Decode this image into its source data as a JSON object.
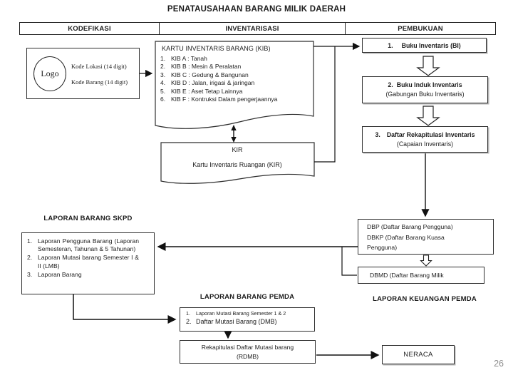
{
  "page": {
    "title": "PENATAUSAHAAN BARANG MILIK DAERAH",
    "page_number": "26"
  },
  "phases": [
    "KODEFIKASI",
    "INVENTARISASI",
    "PEMBUKUAN"
  ],
  "kodefikasi": {
    "logo_label": "Logo",
    "kode_lokasi": "Kode Lokasi (14 digit)",
    "kode_barang": "Kode Barang (14 digit)"
  },
  "kib": {
    "title": "KARTU INVENTARIS BARANG (KIB)",
    "items": [
      {
        "num": "1.",
        "text": "KIB A : Tanah"
      },
      {
        "num": "2.",
        "text": "KIB B : Mesin & Peralatan"
      },
      {
        "num": "3.",
        "text": "KIB C : Gedung & Bangunan"
      },
      {
        "num": "4.",
        "text": "KIB D : Jalan, irigasi & jaringan"
      },
      {
        "num": "5.",
        "text": "KIB E : Aset Tetap Lainnya"
      },
      {
        "num": "6.",
        "text": "KIB F : Kontruksi Dalam pengerjaannya"
      }
    ]
  },
  "kir": {
    "title": "KIR",
    "subtitle": "Kartu Inventaris Ruangan (KIR)"
  },
  "pembukuan": {
    "bi": {
      "num": "1.",
      "label": "Buku Inventaris (BI)"
    },
    "buku_induk": {
      "num": "2.",
      "label": "Buku Induk Inventaris",
      "sub": "(Gabungan Buku Inventaris)"
    },
    "rekap": {
      "num": "3.",
      "label": "Daftar Rekapitulasi Inventaris",
      "sub": "(Capaian Inventaris)"
    }
  },
  "dbp": {
    "line1": "DBP (Daftar Barang Pengguna)",
    "line2": "DBKP (Daftar Barang Kuasa",
    "line3": "Pengguna)"
  },
  "dbmd": {
    "label": "DBMD (Daftar Barang Milik"
  },
  "laporan_skpd": {
    "heading": "LAPORAN BARANG SKPD",
    "items": [
      {
        "num": "1.",
        "text": "Laporan Pengguna Barang (Laporan Semesteran, Tahunan & 5 Tahunan)"
      },
      {
        "num": "2.",
        "text": "Laporan Mutasi barang Semester I & II (LMB)"
      },
      {
        "num": "3.",
        "text": "Laporan Barang"
      }
    ]
  },
  "laporan_pemda": {
    "heading": "LAPORAN BARANG PEMDA",
    "items": [
      {
        "num": "1.",
        "text": "Laporan Mutasi Barang Semester 1 & 2"
      },
      {
        "num": "2.",
        "text": "Daftar Mutasi Barang (DMB)"
      }
    ]
  },
  "rdmb": {
    "line1": "Rekapitulasi Daftar Mutasi barang",
    "line2": "(RDMB)"
  },
  "laporan_keuangan": {
    "heading": "LAPORAN KEUANGAN PEMDA"
  },
  "neraca": {
    "label": "NERACA"
  },
  "colors": {
    "ink": "#1c1c1c",
    "border": "#2e2e2e",
    "muted": "#8f8f8f",
    "background": "#ffffff"
  }
}
